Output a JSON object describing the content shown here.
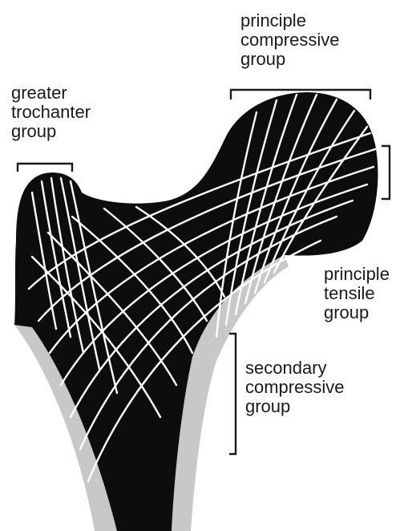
{
  "labels": {
    "greater_trochanter": [
      "greater",
      "trochanter",
      "group"
    ],
    "principle_compressive": [
      "principle",
      "compressive",
      "group"
    ],
    "principle_tensile": [
      "principle",
      "tensile",
      "group"
    ],
    "secondary_compressive": [
      "secondary",
      "compressive",
      "group"
    ]
  },
  "colors": {
    "bone": "#0d0d0d",
    "cortex": "#c8c8c8",
    "trabeculae": "#ffffff",
    "bracket": "#1a1a1a",
    "text": "#1a1a1a"
  }
}
